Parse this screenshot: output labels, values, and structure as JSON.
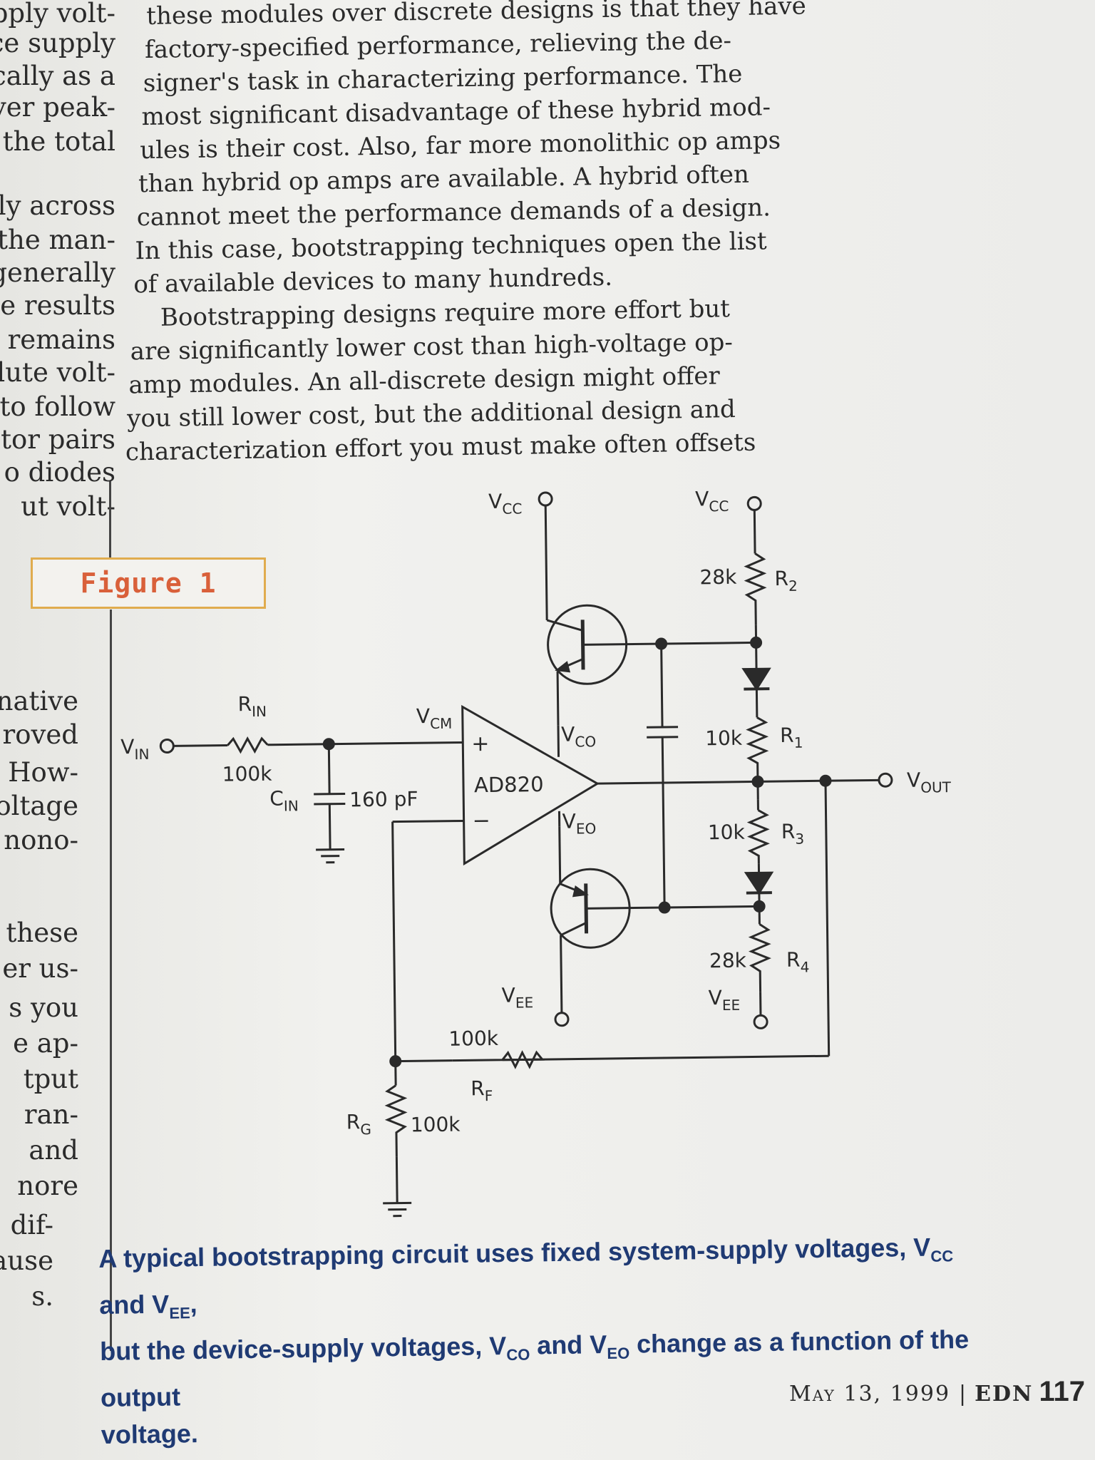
{
  "left_column_fragments": [
    "upply volt-",
    "vice supply",
    "ically as a",
    "over peak-",
    "n the total",
    "oply across",
    "n the man-",
    "generally",
    "me results",
    ", remains",
    "olute volt-",
    "to follow",
    "stor pairs",
    "o diodes",
    "ut volt-",
    "native",
    "roved",
    "How-",
    "oltage",
    "nono-",
    "these",
    "er us-",
    "s you",
    "e ap-",
    "tput",
    "ran-",
    "and",
    "nore",
    "dif-",
    "ause",
    "s."
  ],
  "body_lines": [
    "these modules over discrete designs is that they have",
    "factory-specified performance, relieving the de-",
    "signer's task in characterizing performance. The",
    "most significant disadvantage of these hybrid mod-",
    "ules is their cost. Also, far more monolithic op amps",
    "than hybrid op amps are available. A hybrid often",
    "cannot meet the performance demands of a design.",
    "In this case, bootstrapping techniques open the list",
    "of available devices to many hundreds.",
    "Bootstrapping designs require more effort but",
    "are significantly lower cost than high-voltage op-",
    "amp modules. An all-discrete design might offer",
    "you still lower cost, but the additional design and",
    "characterization effort you must make often offsets"
  ],
  "figure_label": "Figure 1",
  "schematic": {
    "vcc_left": {
      "main": "V",
      "sub": "CC"
    },
    "vcc_right": {
      "main": "V",
      "sub": "CC"
    },
    "vee_left": {
      "main": "V",
      "sub": "EE"
    },
    "vee_right": {
      "main": "V",
      "sub": "EE"
    },
    "vin": {
      "main": "V",
      "sub": "IN"
    },
    "vout": {
      "main": "V",
      "sub": "OUT"
    },
    "rin": {
      "main": "R",
      "sub": "IN"
    },
    "rin_value": "100k",
    "cin": {
      "main": "C",
      "sub": "IN"
    },
    "cin_value": "160 pF",
    "vcm": {
      "main": "V",
      "sub": "CM"
    },
    "opamp_name": "AD820",
    "plus_sign": "+",
    "minus_sign": "−",
    "vco": {
      "main": "V",
      "sub": "CO"
    },
    "veo": {
      "main": "V",
      "sub": "EO"
    },
    "r1": {
      "main": "R",
      "sub": "1",
      "value": "10k"
    },
    "r2": {
      "main": "R",
      "sub": "2",
      "value": "28k"
    },
    "r3": {
      "main": "R",
      "sub": "3",
      "value": "10k"
    },
    "r4": {
      "main": "R",
      "sub": "4",
      "value": "28k"
    },
    "rf": {
      "main": "R",
      "sub": "F",
      "value": "100k"
    },
    "rg": {
      "main": "R",
      "sub": "G",
      "value": "100k"
    }
  },
  "caption": {
    "part1": "A typical bootstrapping circuit uses fixed system-supply voltages, V",
    "sub1": "CC",
    "part2": " and V",
    "sub2": "EE",
    "part3": ",",
    "part4": "but the device-supply voltages, V",
    "sub3": "CO",
    "part5": " and V",
    "sub4": "EO",
    "part6": " change as a function of the output",
    "part7": "voltage."
  },
  "footer": {
    "date": "May 13, 1999",
    "separator": "|",
    "publication": "EDN",
    "page": "117"
  },
  "colors": {
    "caption": "#1f3a73",
    "figure_label": "#d9603a",
    "figure_border": "#e0ac4e",
    "ink": "#2a2a2a"
  }
}
